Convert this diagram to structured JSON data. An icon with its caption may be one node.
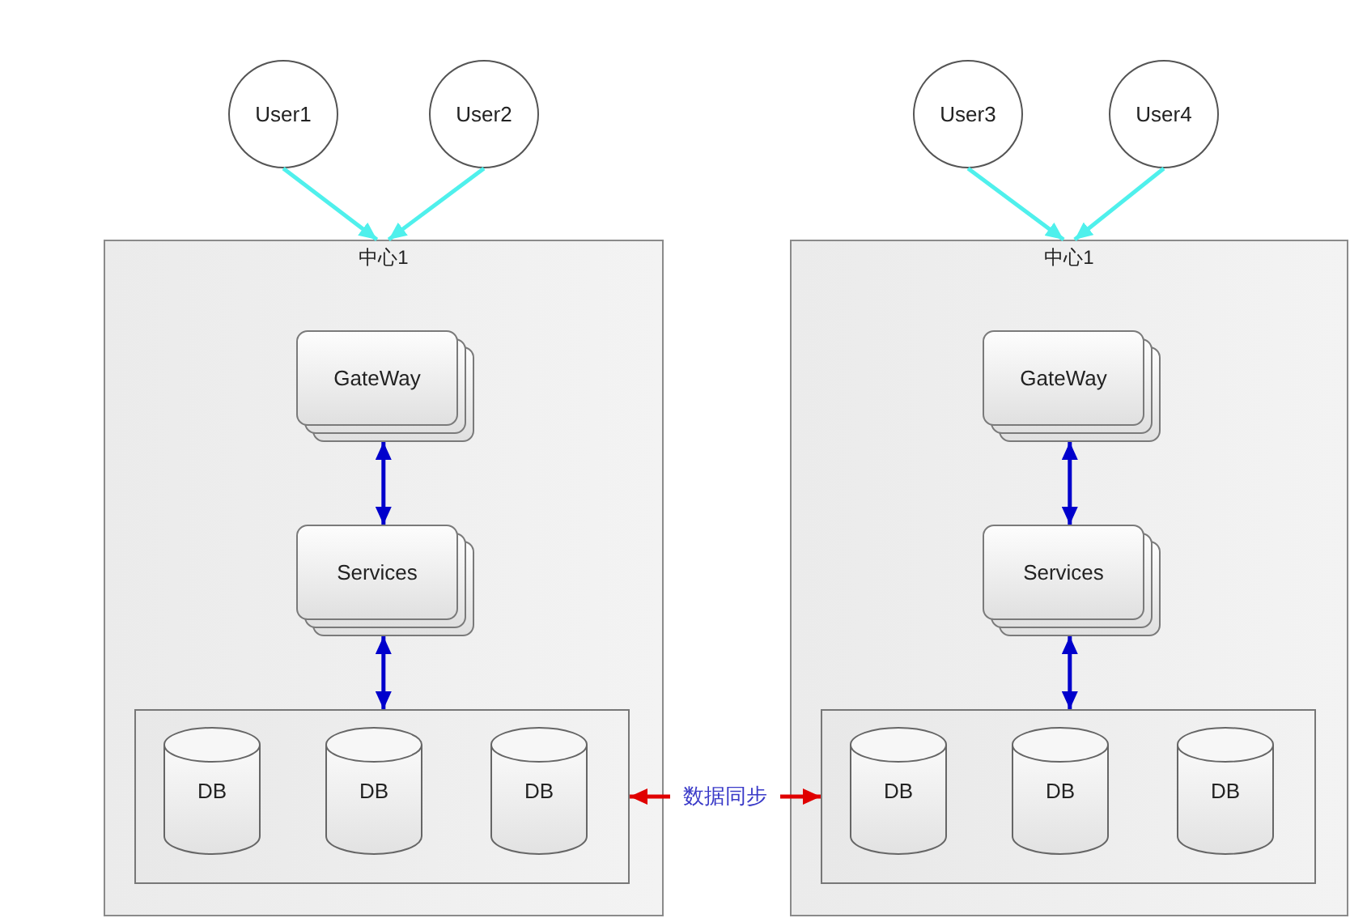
{
  "diagram": {
    "nodes": [
      {
        "text": [
          "User1"
        ]
      },
      {
        "text": [
          "User2"
        ]
      },
      {
        "text": [
          "User3"
        ]
      },
      {
        "text": [
          "User4"
        ]
      },
      {
        "text": [
          "中心1"
        ]
      },
      {
        "text": [
          "GateWay"
        ],
        "in": 4
      },
      {
        "text": [
          "Services"
        ],
        "in": 4
      },
      {
        "text": [],
        "shape": "box",
        "in": 4
      },
      {
        "text": [
          "DB"
        ],
        "in": 7
      },
      {
        "text": [
          "DB"
        ],
        "in": 7
      },
      {
        "text": [
          "DB"
        ],
        "in": 7
      },
      {
        "text": [
          "中心1"
        ]
      },
      {
        "text": [
          "GateWay"
        ],
        "in": 11
      },
      {
        "text": [
          "Services"
        ],
        "in": 11
      },
      {
        "text": [],
        "shape": "box",
        "in": 11
      },
      {
        "text": [
          "DB"
        ],
        "in": 14
      },
      {
        "text": [
          "DB"
        ],
        "in": 14
      },
      {
        "text": [
          "DB"
        ],
        "in": 14
      }
    ],
    "edges": [
      {
        "from": 0,
        "to": 4,
        "arrow": "to",
        "color": "#4ff0ec"
      },
      {
        "from": 1,
        "to": 4,
        "arrow": "to",
        "color": "#4ff0ec"
      },
      {
        "from": 2,
        "to": 11,
        "arrow": "to",
        "color": "#4ff0ec"
      },
      {
        "from": 3,
        "to": 11,
        "arrow": "to",
        "color": "#4ff0ec"
      },
      {
        "from": 5,
        "to": 6,
        "arrow": "both",
        "color": "#0000cc"
      },
      {
        "from": 6,
        "to": 7,
        "arrow": "both",
        "color": "#0000cc"
      },
      {
        "from": 12,
        "to": 13,
        "arrow": "both",
        "color": "#0000cc"
      },
      {
        "from": 13,
        "to": 14,
        "arrow": "both",
        "color": "#0000cc"
      },
      {
        "from": 7,
        "to": 14,
        "arrow": "both",
        "label": "数据同步",
        "color": "#e00000"
      }
    ]
  }
}
